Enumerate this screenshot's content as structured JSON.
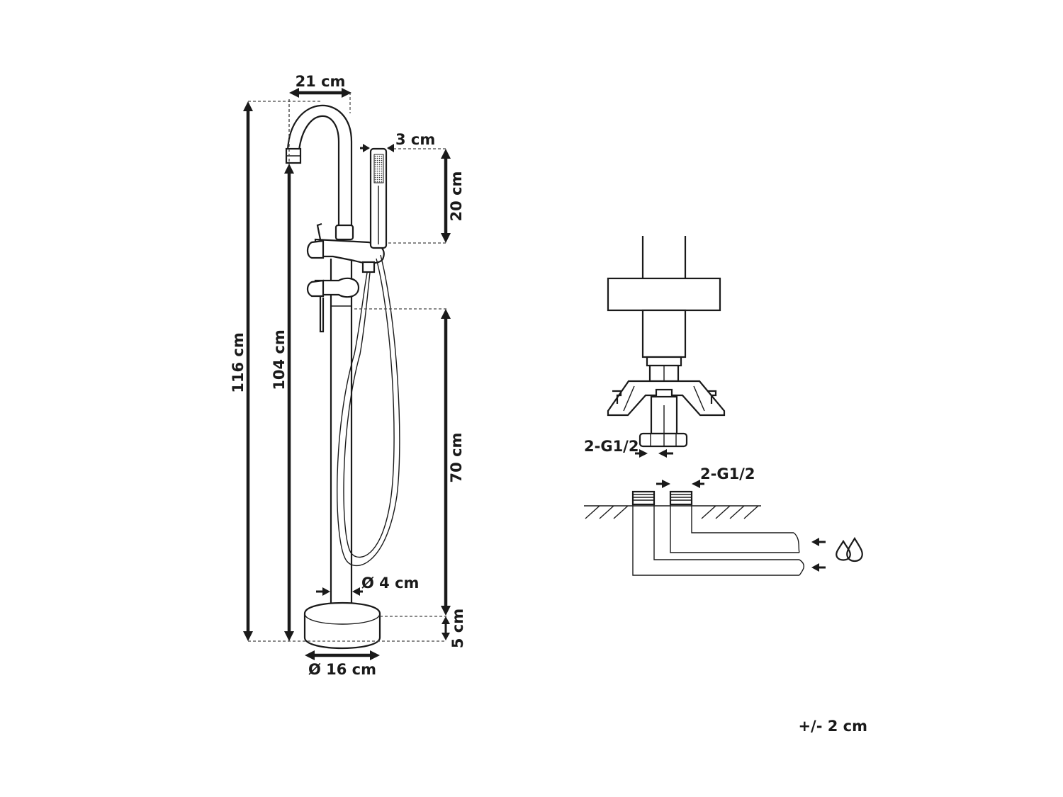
{
  "dimensions": {
    "spout_reach": "21 cm",
    "handshower_width": "3 cm",
    "handshower_length": "20 cm",
    "total_height": "116 cm",
    "spout_height": "104 cm",
    "column_height": "70 cm",
    "column_diameter": "Ø 4 cm",
    "base_height": "5 cm",
    "base_diameter": "Ø 16 cm"
  },
  "connections": {
    "thread_upper": "2-G1/2",
    "thread_lower": "2-G1/2"
  },
  "tolerance": "+/- 2 cm",
  "icons": [
    "water-drops-icon",
    "inlet-arrow-icon"
  ]
}
